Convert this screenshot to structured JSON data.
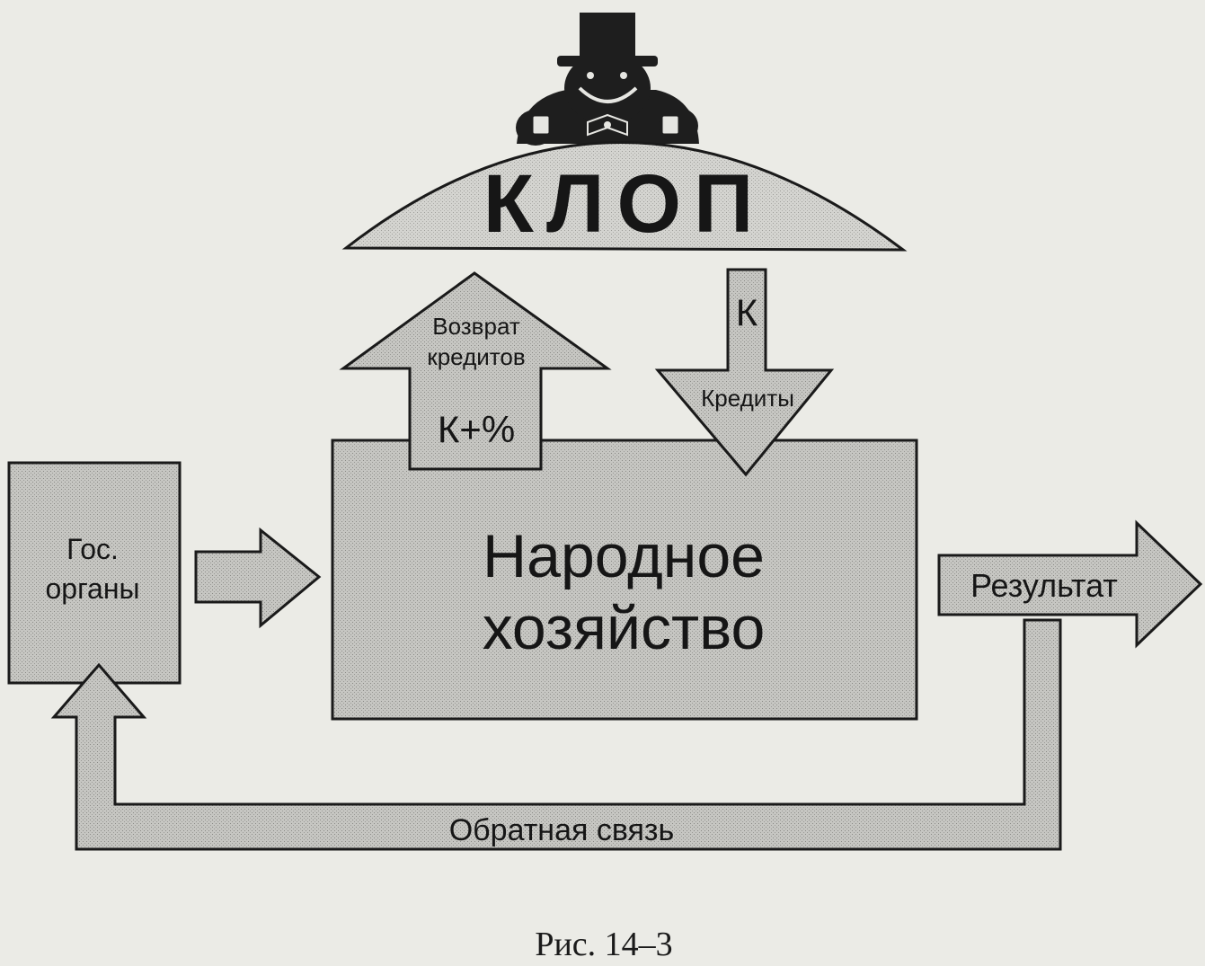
{
  "diagram": {
    "top": {
      "label": "КЛОП"
    },
    "return_arrow": {
      "line1": "Возврат",
      "line2": "кредитов",
      "formula": "К+%"
    },
    "credit_arrow": {
      "top": "К",
      "label": "Кредиты"
    },
    "gov_box": {
      "line1": "Гос.",
      "line2": "органы"
    },
    "economy_box": {
      "line1": "Народное",
      "line2": "хозяйство"
    },
    "result_arrow": {
      "label": "Результат"
    },
    "feedback_arrow": {
      "label": "Обратная связь"
    }
  },
  "caption": "Рис. 14–3",
  "colors": {
    "shape_fill": "#c4c4c0",
    "outline": "#1a1a1a",
    "background": "#ebebe6"
  }
}
